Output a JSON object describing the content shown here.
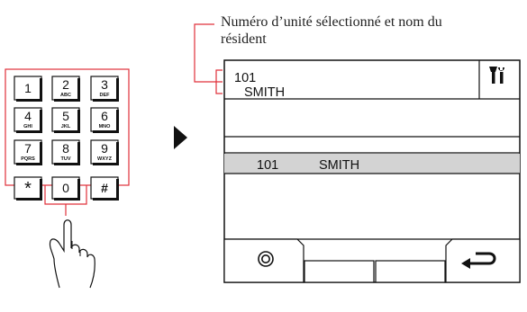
{
  "callout": {
    "line1": "Numéro d’unité sélectionné et nom du",
    "line2": "résident",
    "color": "#e0303a"
  },
  "keypad": {
    "keys": [
      {
        "num": "1",
        "sub": ""
      },
      {
        "num": "2",
        "sub": "ABC"
      },
      {
        "num": "3",
        "sub": "DEF"
      },
      {
        "num": "4",
        "sub": "GHI"
      },
      {
        "num": "5",
        "sub": "JKL"
      },
      {
        "num": "6",
        "sub": "MNO"
      },
      {
        "num": "7",
        "sub": "PQRS"
      },
      {
        "num": "8",
        "sub": "TUV"
      },
      {
        "num": "9",
        "sub": "WXYZ"
      },
      {
        "num": "*",
        "sub": ""
      },
      {
        "num": "0",
        "sub": ""
      },
      {
        "num": "#",
        "sub": ""
      }
    ]
  },
  "screen": {
    "selected_unit": "101",
    "selected_name": "SMITH",
    "highlight_unit": "101",
    "highlight_name": "SMITH",
    "settings_icon": "tools-icon",
    "monitor_icon": "target-icon",
    "back_icon": "return-arrow-icon",
    "highlight_color": "#d3d3d3"
  }
}
